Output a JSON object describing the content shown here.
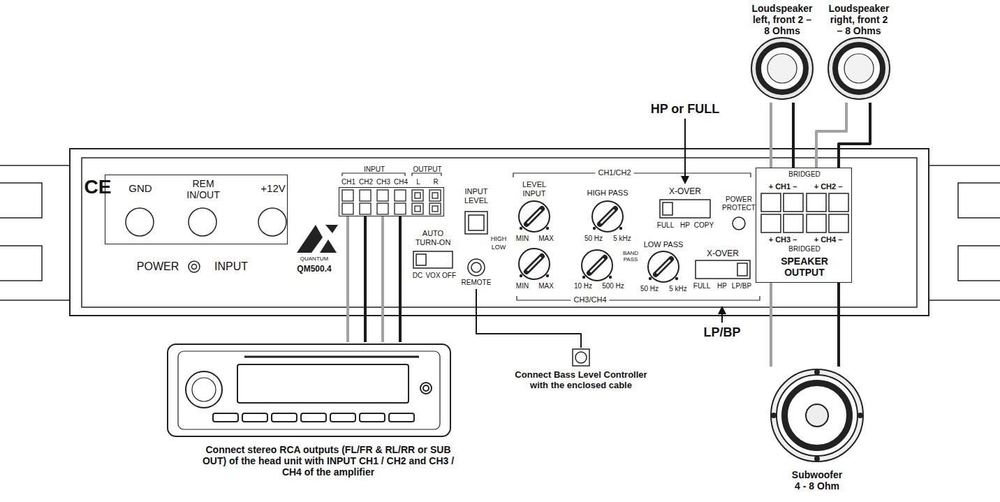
{
  "diagram": {
    "nodes": [
      {
        "text": [
          "QUANTUM",
          "QM500.4"
        ]
      },
      {
        "text": [
          "GND",
          "REM IN/OUT",
          "+12V",
          "POWER",
          "INPUT"
        ],
        "in": 0
      },
      {
        "text": [
          "INPUT",
          "OUTPUT",
          "CH1",
          "CH2",
          "CH3",
          "CH4",
          "L",
          "R"
        ],
        "in": 0
      },
      {
        "text": [
          "BRIDGED",
          "+ CH1 –",
          "+ CH2 –",
          "+ CH3 –",
          "+ CH4 –",
          "BRIDGED",
          "SPEAKER OUTPUT"
        ],
        "in": 0
      },
      {
        "text": [
          "X-OVER",
          "FULL",
          "HP",
          "COPY"
        ],
        "in": 0
      },
      {
        "text": [
          "X-OVER",
          "FULL",
          "HP",
          "LP/BP"
        ],
        "in": 0
      },
      {
        "text": [
          "AUTO TURN-ON",
          "DC",
          "VOX",
          "OFF"
        ],
        "in": 0
      },
      {
        "text": [
          "REMOTE"
        ],
        "in": 0
      },
      {
        "text": [
          "Connect stereo RCA outputs (FL/FR & RL/RR or SUB OUT) of the head unit with INPUT CH1 / CH2 and CH3 / CH4 of the amplifier"
        ]
      },
      {
        "text": [
          "Loudspeaker left, front 2 – 8 Ohms"
        ]
      },
      {
        "text": [
          "Loudspeaker right, front 2 – 8 Ohms"
        ]
      },
      {
        "text": [
          "Subwoofer 4 - 8 Ohm"
        ]
      },
      {
        "text": [
          "Connect Bass Level Controller with the enclosed cable"
        ]
      }
    ],
    "edges": [
      {
        "from": 8,
        "to": 2,
        "arrow": "none"
      },
      {
        "from": 8,
        "to": 2,
        "arrow": "none"
      },
      {
        "from": 8,
        "to": 2,
        "arrow": "none"
      },
      {
        "from": 8,
        "to": 2,
        "arrow": "none"
      },
      {
        "from": 9,
        "to": 3,
        "arrow": "none"
      },
      {
        "from": 9,
        "to": 3,
        "arrow": "none"
      },
      {
        "from": 10,
        "to": 3,
        "arrow": "none"
      },
      {
        "from": 10,
        "to": 3,
        "arrow": "none"
      },
      {
        "from": 11,
        "to": 3,
        "arrow": "none"
      },
      {
        "from": 11,
        "to": 3,
        "arrow": "none"
      },
      {
        "from": 7,
        "to": 12,
        "arrow": "none"
      }
    ],
    "labels": [
      "CE",
      "HP or FULL",
      "INPUT LEVEL",
      "HIGH",
      "LOW",
      "CH1/CH2",
      "LEVEL INPUT",
      "MIN",
      "MAX",
      "HIGH PASS",
      "50 Hz",
      "5 kHz",
      "MIN",
      "MAX",
      "10 Hz",
      "500 Hz",
      "BAND PASS",
      "LOW PASS",
      "50 Hz",
      "5 kHz",
      "CH3/CH4",
      "POWER PROTECT",
      "LP/BP"
    ]
  }
}
